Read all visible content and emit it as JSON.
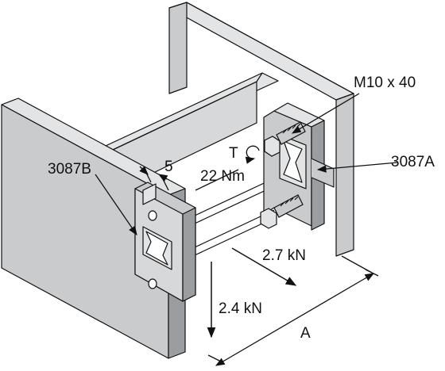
{
  "labels": {
    "bolt": "M10 x 40",
    "clamp_right": "3087A",
    "clamp_left": "3087B",
    "gap": "5",
    "torque_symbol": "T",
    "torque_value": "22 Nm",
    "force_horizontal": "2.7 kN",
    "force_vertical": "2.4 kN",
    "dimension": "A"
  },
  "colors": {
    "steel": "#c9cbcd",
    "steel_light": "#e3e4e5",
    "steel_dark": "#9b9ea1",
    "line": "#111111",
    "background": "#ffffff"
  }
}
